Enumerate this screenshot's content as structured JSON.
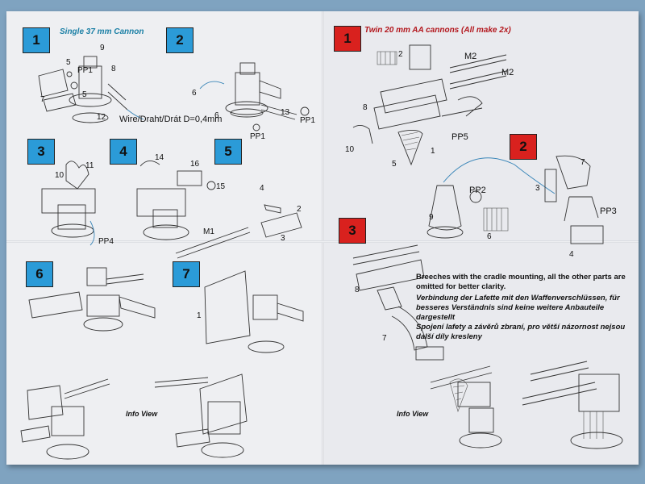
{
  "left": {
    "title": "Single 37 mm Cannon",
    "steps": [
      "1",
      "2",
      "3",
      "4",
      "5",
      "6",
      "7"
    ],
    "labels": {
      "s1": [
        "9",
        "5",
        "PP1",
        "8",
        "7",
        "5",
        "12"
      ],
      "wire": "Wire/Draht/Drát D=0,4mm",
      "s2": [
        "6",
        "6",
        "13",
        "PP1",
        "PP1"
      ],
      "s3": [
        "11",
        "10",
        "PP4"
      ],
      "s4": [
        "14",
        "16",
        "15"
      ],
      "s5": [
        "4",
        "2",
        "3",
        "M1"
      ]
    },
    "info_view": "Info View"
  },
  "right": {
    "title": "Twin 20 mm AA cannons (All make 2x)",
    "steps": [
      "1",
      "2",
      "3"
    ],
    "labels": {
      "s1": [
        "2",
        "M2",
        "M2",
        "8",
        "10",
        "5",
        "1",
        "PP5"
      ],
      "s2": [
        "7",
        "3",
        "PP2",
        "9",
        "6",
        "PP3",
        "4"
      ],
      "s3": [
        "8",
        "7"
      ]
    },
    "notes": {
      "en": "Breeches with the cradle mounting, all the other parts are omitted for better clarity.",
      "de": "Verbindung der Lafette mit den Waffenverschlüssen, für besseres Verständnis sind keine weitere Anbauteile dargestellt",
      "cz": "Spojení lafety a závěrů zbraní, pro větší názornost nejsou další díly kresleny"
    },
    "info_view": "Info View"
  }
}
